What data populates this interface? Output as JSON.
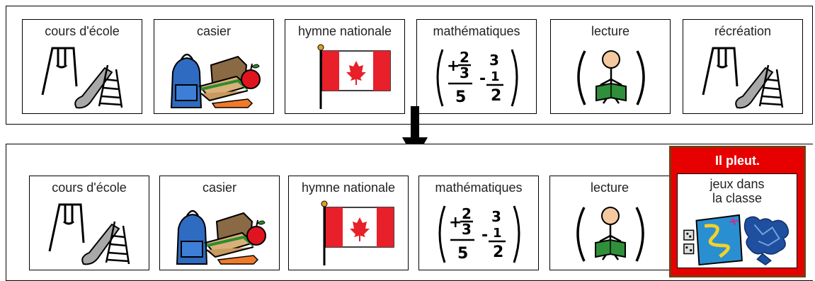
{
  "top_strip": {
    "cards": [
      {
        "label": "cours d'école",
        "icon": "playground-swing-slide-icon"
      },
      {
        "label": "casier",
        "icon": "backpack-lunch-icon"
      },
      {
        "label": "hymne nationale",
        "icon": "canada-flag-icon"
      },
      {
        "label": "mathématiques",
        "icon": "math-fractions-icon"
      },
      {
        "label": "lecture",
        "icon": "child-reading-icon"
      },
      {
        "label": "récréation",
        "icon": "playground-swing-slide-icon"
      }
    ]
  },
  "bottom_strip": {
    "cards": [
      {
        "label": "cours d'école",
        "icon": "playground-swing-slide-icon"
      },
      {
        "label": "casier",
        "icon": "backpack-lunch-icon"
      },
      {
        "label": "hymne nationale",
        "icon": "canada-flag-icon"
      },
      {
        "label": "mathématiques",
        "icon": "math-fractions-icon"
      },
      {
        "label": "lecture",
        "icon": "child-reading-icon"
      }
    ],
    "alert": {
      "title": "Il pleut.",
      "label_line1": "jeux dans",
      "label_line2": "la classe",
      "icon": "board-game-puzzle-icon"
    }
  },
  "math": {
    "n1": "2",
    "d1": "3",
    "r1": "5",
    "n2": "3",
    "d2": "1",
    "r2": "2"
  },
  "colors": {
    "alert_red": "#e60000",
    "alert_border": "#7a3b13",
    "flag_red": "#e8202a",
    "slide_grey": "#a0a0a0",
    "backpack_blue": "#2f6bc0"
  }
}
